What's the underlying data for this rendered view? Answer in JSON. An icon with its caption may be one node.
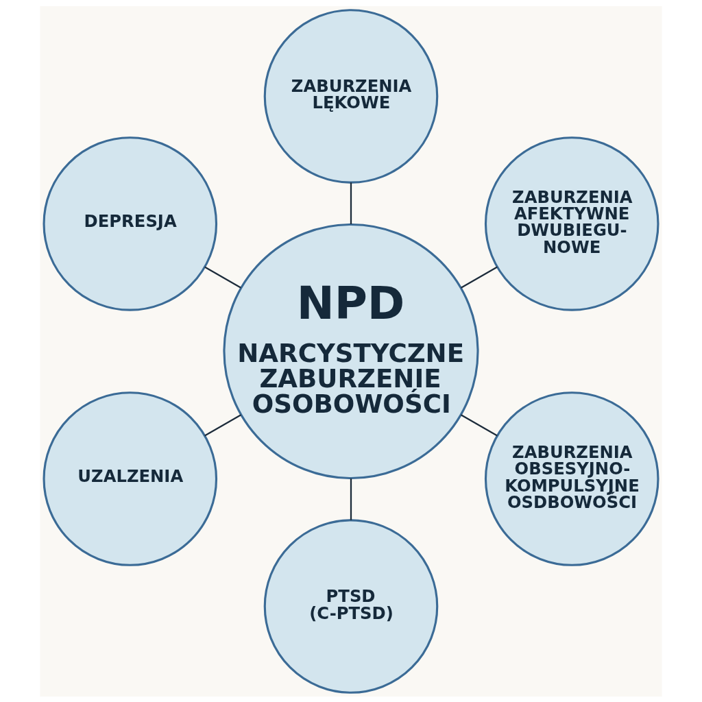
{
  "diagram": {
    "nodes": [
      {
        "text": [
          "ZABURZENIA LĘKOWE"
        ]
      },
      {
        "text": [
          "DEPRESJA"
        ]
      },
      {
        "text": [
          "ZABURZENIA AFEKTYWNE DWUBIEGU- NOWE"
        ]
      },
      {
        "text": [
          "NPD",
          "NARCYSTYCZNE ZABURZENIE OSOBOWOŚCI"
        ]
      },
      {
        "text": [
          "UZALZENIA"
        ]
      },
      {
        "text": [
          "ZABURZENIA OBSESYJNO- KOMPULSYJNE OSDBOWOŚCI"
        ]
      },
      {
        "text": [
          "PTSD (C-PTSD)"
        ]
      }
    ],
    "edges": [
      {
        "from": 3,
        "to": 0,
        "arrow": "none"
      },
      {
        "from": 3,
        "to": 2,
        "arrow": "none"
      },
      {
        "from": 3,
        "to": 5,
        "arrow": "none"
      },
      {
        "from": 3,
        "to": 6,
        "arrow": "none"
      },
      {
        "from": 3,
        "to": 4,
        "arrow": "none"
      },
      {
        "from": 3,
        "to": 1,
        "arrow": "none"
      }
    ]
  }
}
